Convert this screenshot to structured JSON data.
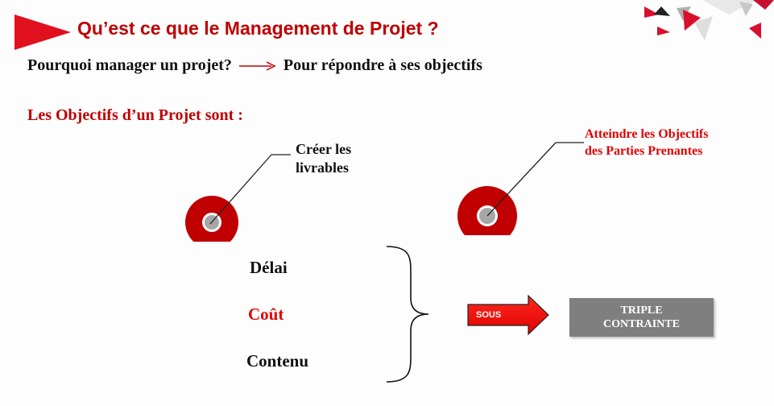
{
  "title": "Qu’est ce que le Management de Projet ?",
  "question": {
    "prefix": "Pourquoi manager un projet?",
    "answer": "Pour répondre à ses objectifs"
  },
  "objectives_heading": "Les Objectifs d’un Projet sont :",
  "objective_left": {
    "line1": "Créer les",
    "line2": "livrables"
  },
  "objective_right": {
    "line1": "Atteindre les Objectifs",
    "line2": "des Parties Prenantes"
  },
  "constraints": [
    {
      "label": "Délai",
      "color": "#111111"
    },
    {
      "label": "Coût",
      "color": "#e00000"
    },
    {
      "label": "Contenu",
      "color": "#111111"
    }
  ],
  "arrow_label": "SOUS",
  "result_box": {
    "line1": "TRIPLE",
    "line2": "CONTRAINTE"
  },
  "colors": {
    "accent_red": "#c00000",
    "bright_red": "#e00000",
    "target_red": "#c00000",
    "box_gray": "#7f7f7f"
  }
}
